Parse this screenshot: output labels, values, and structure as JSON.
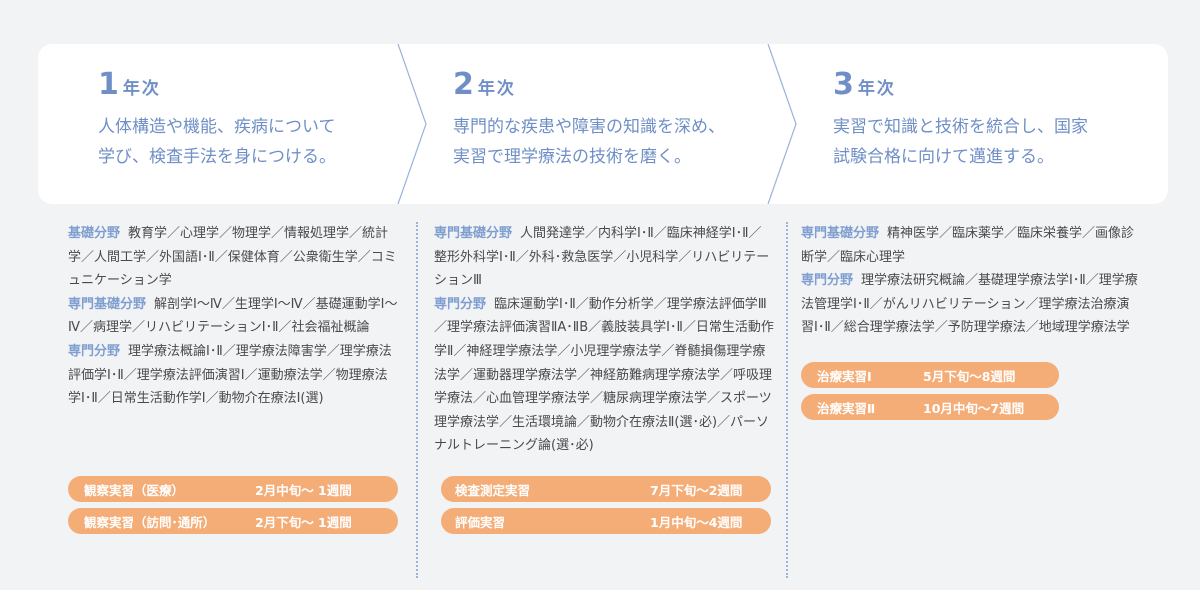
{
  "years": [
    {
      "num": "1",
      "suffix": "年次",
      "desc": [
        "人体構造や機能、疾病について",
        "学び、検査手法を身につける。"
      ]
    },
    {
      "num": "2",
      "suffix": "年次",
      "desc": [
        "専門的な疾患や障害の知識を深め、",
        "実習で理学療法の技術を磨く。"
      ]
    },
    {
      "num": "3",
      "suffix": "年次",
      "desc": [
        "実習で知識と技術を統合し、国家",
        "試験合格に向けて邁進する。"
      ]
    }
  ],
  "columns": [
    {
      "sections": [
        {
          "label": "基礎分野",
          "text": "教育学／心理学／物理学／情報処理学／統計学／人間工学／外国語Ⅰ･Ⅱ／保健体育／公衆衛生学／コミュニケーション学"
        },
        {
          "label": "専門基礎分野",
          "text": "解剖学Ⅰ〜Ⅳ／生理学Ⅰ〜Ⅳ／基礎運動学Ⅰ〜Ⅳ／病理学／リハビリテーションⅠ･Ⅱ／社会福祉概論"
        },
        {
          "label": "専門分野",
          "text": "理学療法概論Ⅰ･Ⅱ／理学療法障害学／理学療法評価学Ⅰ･Ⅱ／理学療法評価演習Ⅰ／運動療法学／物理療法学Ⅰ･Ⅱ／日常生活動作学Ⅰ／動物介在療法Ⅰ(選)"
        }
      ],
      "pills": [
        {
          "label": "観察実習（医療）",
          "period": "2月中旬〜 1週間"
        },
        {
          "label": "観察実習（訪問･通所）",
          "period": "2月下旬〜 1週間"
        }
      ]
    },
    {
      "sections": [
        {
          "label": "専門基礎分野",
          "text": "人間発達学／内科学Ⅰ･Ⅱ／臨床神経学Ⅰ･Ⅱ／整形外科学Ⅰ･Ⅱ／外科･救急医学／小児科学／リハビリテーションⅢ"
        },
        {
          "label": "専門分野",
          "text": "臨床運動学Ⅰ･Ⅱ／動作分析学／理学療法評価学Ⅲ／理学療法評価演習ⅡA･ⅡB／義肢装具学Ⅰ･Ⅱ／日常生活動作学Ⅱ／神経理学療法学／小児理学療法学／脊髄損傷理学療法学／運動器理学療法学／神経筋難病理学療法学／呼吸理学療法／心血管理学療法学／糖尿病理学療法学／スポーツ理学療法学／生活環境論／動物介在療法Ⅱ(選･必)／パーソナルトレーニング論(選･必)"
        }
      ],
      "pills": [
        {
          "label": "検査測定実習",
          "period": "7月下旬〜2週間"
        },
        {
          "label": "評価実習",
          "period": "1月中旬〜4週間"
        }
      ]
    },
    {
      "sections": [
        {
          "label": "専門基礎分野",
          "text": "精神医学／臨床薬学／臨床栄養学／画像診断学／臨床心理学"
        },
        {
          "label": "専門分野",
          "text": "理学療法研究概論／基礎理学療法学Ⅰ･Ⅱ／理学療法管理学Ⅰ･Ⅱ／がんリハビリテーション／理学療法治療演習Ⅰ･Ⅱ／総合理学療法学／予防理学療法／地域理学療法学"
        }
      ],
      "pills": [
        {
          "label": "治療実習Ⅰ",
          "period": "5月下旬〜8週間"
        },
        {
          "label": "治療実習Ⅱ",
          "period": "10月中旬〜7週間"
        }
      ]
    }
  ]
}
